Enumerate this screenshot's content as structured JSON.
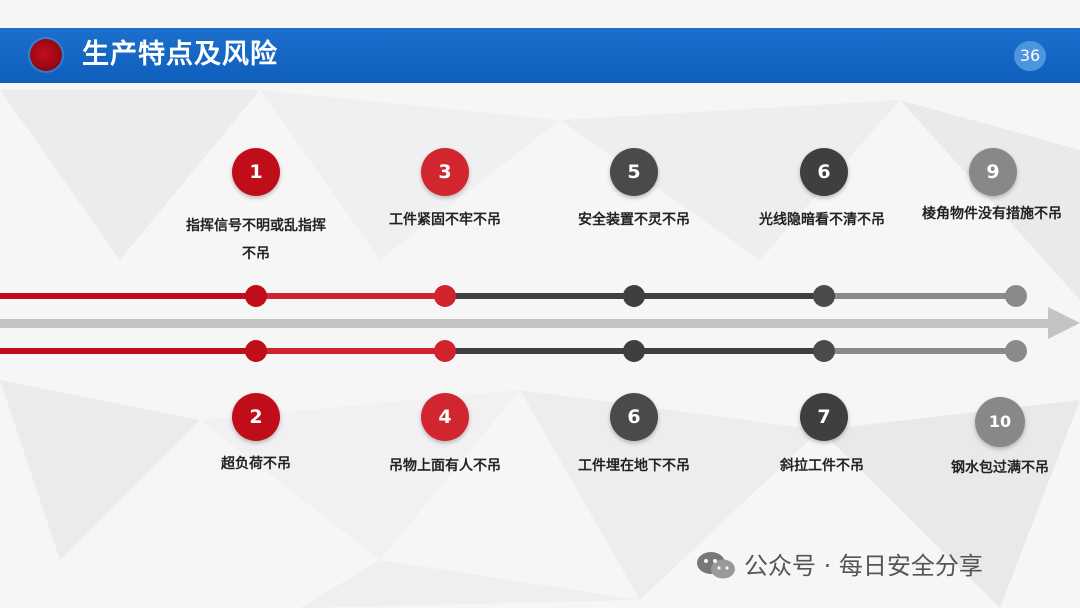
{
  "header": {
    "title": "生产特点及风险",
    "page_number": "36"
  },
  "items_top": [
    {
      "number": "1",
      "label": "指挥信号不明或乱指挥不吊",
      "color": "#c00d1a"
    },
    {
      "number": "3",
      "label": "工件紧固不牢不吊",
      "color": "#d12630"
    },
    {
      "number": "5",
      "label": "安全装置不灵不吊",
      "color": "#4a4a4a"
    },
    {
      "number": "6",
      "label": "光线隐暗看不清不吊",
      "color": "#3f3f3f"
    },
    {
      "number": "9",
      "label": "棱角物件没有措施不吊",
      "color": "#888888"
    }
  ],
  "items_bottom": [
    {
      "number": "2",
      "label": "超负荷不吊",
      "color": "#c00d1a"
    },
    {
      "number": "4",
      "label": "吊物上面有人不吊",
      "color": "#d12630"
    },
    {
      "number": "6",
      "label": "工件埋在地下不吊",
      "color": "#4a4a4a"
    },
    {
      "number": "7",
      "label": "斜拉工件不吊",
      "color": "#3f3f3f"
    },
    {
      "number": "10",
      "label": "钢水包过满不吊",
      "color": "#888888"
    }
  ],
  "watermark": {
    "icon": "wechat-icon",
    "text": "公众号 · 每日安全分享"
  },
  "colors": {
    "header_blue": "#0f5fbd",
    "red": "#c00d1a",
    "dark_gray": "#3f3f3f",
    "light_gray": "#8a8a8a",
    "arrow_gray": "#c4c4c4"
  }
}
